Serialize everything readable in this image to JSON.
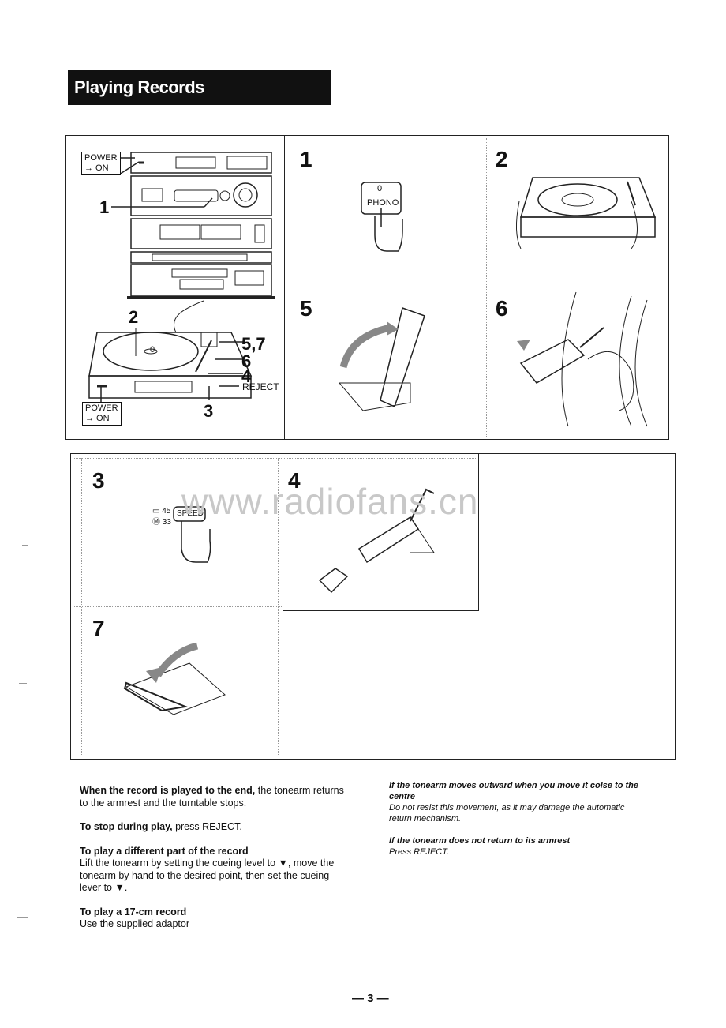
{
  "heading": "Playing Records",
  "overview": {
    "power_on_top": [
      "POWER",
      "→ ON"
    ],
    "power_on_bottom": [
      "POWER",
      "→ ON"
    ],
    "callouts": {
      "c1": "1",
      "c2": "2",
      "c3": "3",
      "c4": "4",
      "c57": "5,7",
      "c6": "6"
    },
    "reject": "REJECT",
    "platter_mark": "0"
  },
  "panels": {
    "p1": {
      "num": "1",
      "button": "PHONO",
      "indicator": "0"
    },
    "p2": {
      "num": "2"
    },
    "p3": {
      "num": "3",
      "speed": "SPEED",
      "s45": "45",
      "s33": "33"
    },
    "p4": {
      "num": "4"
    },
    "p5": {
      "num": "5"
    },
    "p6": {
      "num": "6"
    },
    "p7": {
      "num": "7"
    }
  },
  "watermark": "www.radiofans.cn",
  "left_text": [
    {
      "bold": "When the record is played to the end,",
      "rest": " the tonearm returns to the armrest and the turntable stops."
    },
    {
      "bold": "To stop during play,",
      "rest": " press REJECT."
    },
    {
      "bold": "To play a different part of the record",
      "rest": "Lift the tonearm by setting the cueing level to ▼, move the tonearm by hand to the desired point, then set the cueing lever to ▼."
    },
    {
      "bold": "To play a 17-cm record",
      "rest": "Use the supplied adaptor"
    }
  ],
  "right_text": [
    {
      "heading": "If the tonearm moves outward when you move it colse to the centre",
      "body": "Do not resist this movement, as it may damage the automatic return mechanism."
    },
    {
      "heading": "If the tonearm does not return to its armrest",
      "body": "Press REJECT."
    }
  ],
  "page_number": "— 3 —"
}
